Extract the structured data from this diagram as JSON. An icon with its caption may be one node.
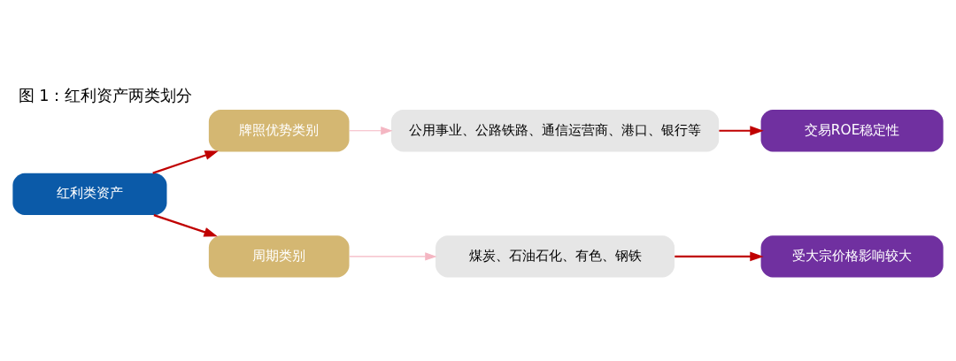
{
  "diagram": {
    "title": "图 1：红利资产两类划分",
    "nodes": [
      {
        "text": [
          "红利类资产"
        ]
      },
      {
        "text": [
          "牌照优势类别"
        ]
      },
      {
        "text": [
          "公用事业、公路铁路、通信运营商、港口、银行等"
        ]
      },
      {
        "text": [
          "交易ROE稳定性"
        ]
      },
      {
        "text": [
          "周期类别"
        ]
      },
      {
        "text": [
          "煤炭、石油石化、有色、钢铁"
        ]
      },
      {
        "text": [
          "受大宗价格影响较大"
        ]
      }
    ],
    "edges": [
      {
        "from": 0,
        "to": 1,
        "arrow": "to"
      },
      {
        "from": 0,
        "to": 4,
        "arrow": "to"
      },
      {
        "from": 1,
        "to": 2,
        "arrow": "to",
        "color": "#f4b6c2"
      },
      {
        "from": 2,
        "to": 3,
        "arrow": "to"
      },
      {
        "from": 4,
        "to": 5,
        "arrow": "to",
        "color": "#f4b6c2"
      },
      {
        "from": 5,
        "to": 6,
        "arrow": "to"
      }
    ]
  }
}
